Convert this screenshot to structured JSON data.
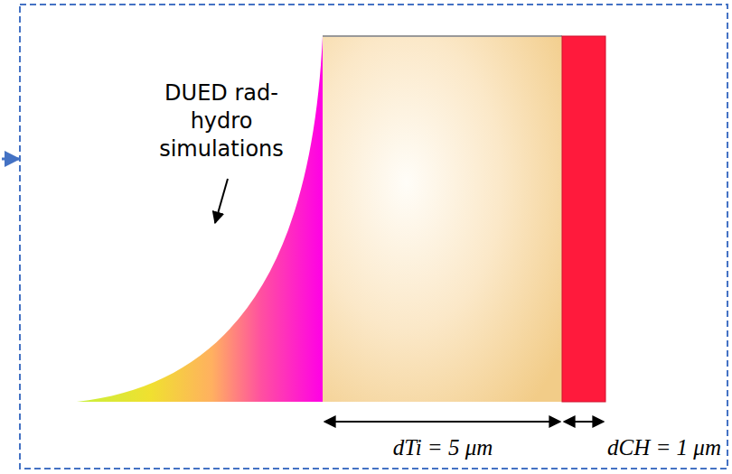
{
  "diagram": {
    "labels": [
      "DUED rad-hydro simulations",
      "dTi = 5 μm",
      "dCH = 1 μm"
    ]
  }
}
